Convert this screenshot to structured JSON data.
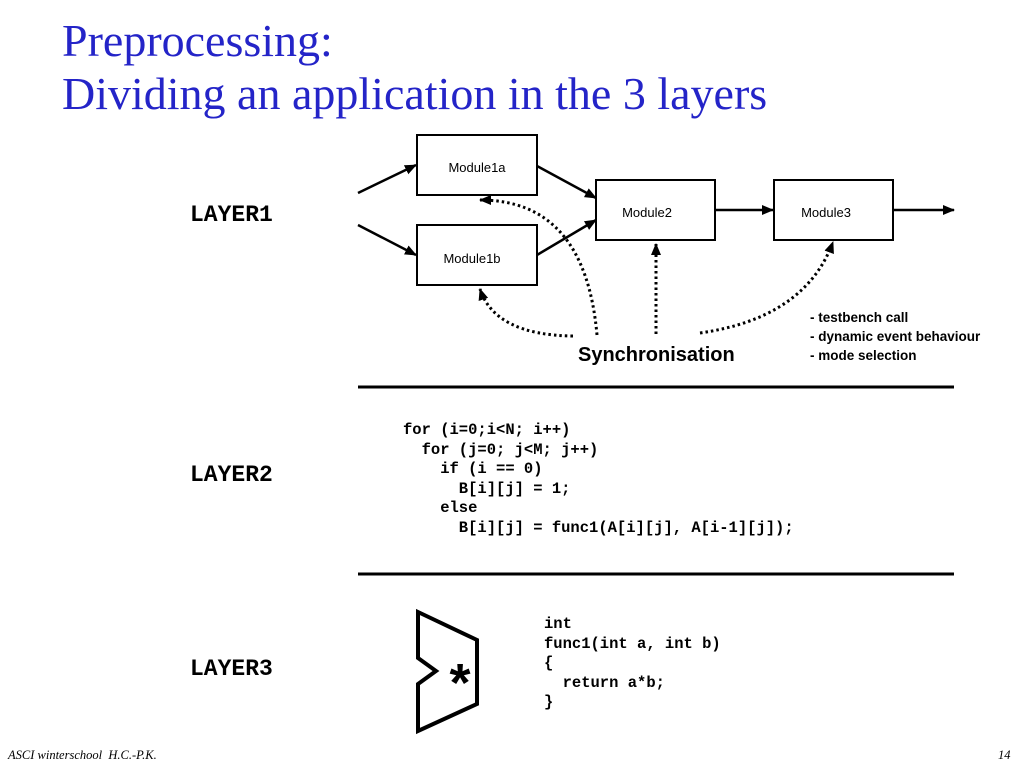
{
  "slide": {
    "title_line1": "Preprocessing:",
    "title_line2": "Dividing an application in the 3 layers",
    "footer_left": "ASCI winterschool  H.C.-P.K.",
    "page_number": "14"
  },
  "layers": {
    "layer1": "LAYER1",
    "layer2": "LAYER2",
    "layer3": "LAYER3"
  },
  "diagram": {
    "modules": {
      "module1a": "Module1a",
      "module1b": "Module1b",
      "module2": "Module2",
      "module3": "Module3"
    },
    "synchronisation": "Synchronisation",
    "notes": [
      "- testbench call",
      "- dynamic event behaviour",
      "- mode selection"
    ]
  },
  "layer2_code": [
    "for (i=0;i<N; i++)",
    "  for (j=0; j<M; j++)",
    "    if (i == 0)",
    "      B[i][j] = 1;",
    "    else",
    "      B[i][j] = func1(A[i][j], A[i-1][j]);"
  ],
  "layer3_code": [
    "int",
    "func1(int a, int b)",
    "{",
    "  return a*b;",
    "}"
  ],
  "multiplier_symbol": "*",
  "colors": {
    "title": "#2424c8",
    "text": "#000000"
  }
}
